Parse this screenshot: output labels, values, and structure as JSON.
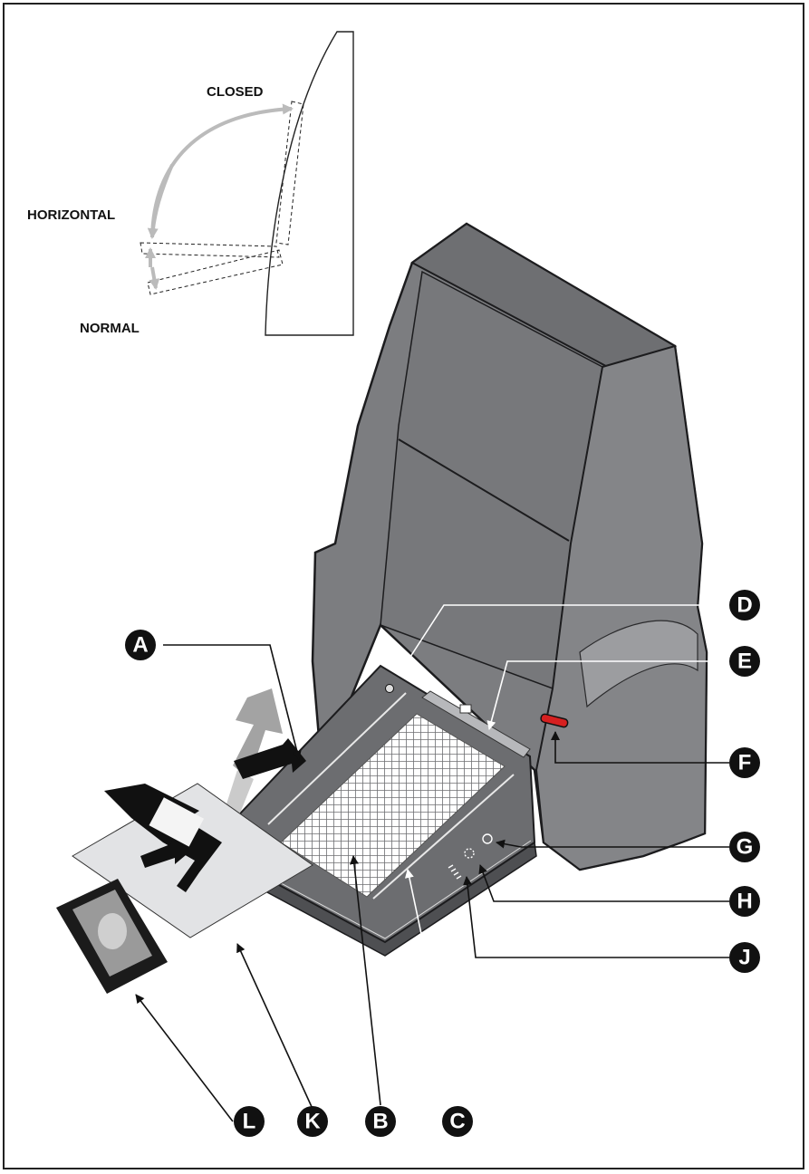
{
  "positions": {
    "closed": "CLOSED",
    "horizontal": "HORIZONTAL",
    "normal": "NORMAL"
  },
  "callouts": {
    "a": "A",
    "b": "B",
    "c": "C",
    "d": "D",
    "e": "E",
    "f": "F",
    "g": "G",
    "h": "H",
    "j": "J",
    "k": "K",
    "l": "L"
  },
  "colors": {
    "device_body": "#7c7d80",
    "device_dark": "#5f6063",
    "device_edge": "#1c1c1e",
    "indicator": "#d62020",
    "callout_fill": "#111111",
    "arrow_gray": "#bbbbbb"
  },
  "icons": [
    "callout-bubble",
    "arrow",
    "photo",
    "carrier-sheet"
  ]
}
